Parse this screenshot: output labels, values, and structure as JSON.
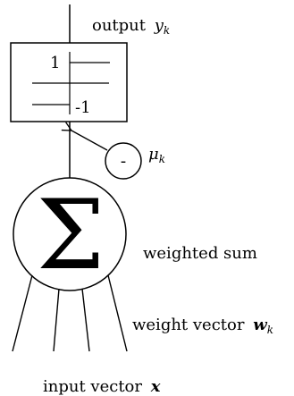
{
  "output": {
    "label": "output",
    "symbol": "y",
    "subscript": "k"
  },
  "threshold": {
    "upper": "1",
    "lower": "-1"
  },
  "bias": {
    "sign": "-",
    "symbol": "μ",
    "subscript": "k"
  },
  "summation": {
    "symbol": "Σ",
    "label": "weighted sum"
  },
  "weights": {
    "label": "weight vector",
    "symbol": "w",
    "subscript": "k"
  },
  "input": {
    "label": "input vector",
    "symbol": "x"
  }
}
